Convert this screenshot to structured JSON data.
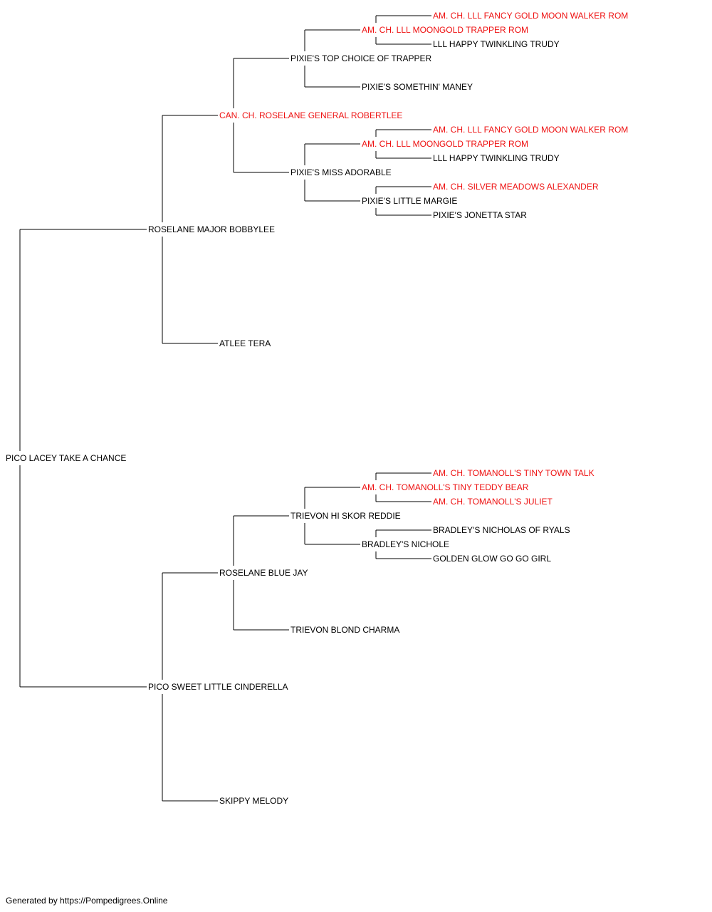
{
  "colors": {
    "champion": "#ee1111",
    "normal": "#000000",
    "line": "#000000"
  },
  "pedigree": {
    "name": "PICO LACEY TAKE A CHANCE",
    "champion": false,
    "sire": {
      "name": "ROSELANE MAJOR BOBBYLEE",
      "champion": false,
      "sire": {
        "name": "CAN. CH. ROSELANE GENERAL ROBERTLEE",
        "champion": true,
        "sire": {
          "name": "PIXIE'S TOP CHOICE OF TRAPPER",
          "champion": false,
          "sire": {
            "name": "AM. CH. LLL MOONGOLD TRAPPER ROM",
            "champion": true,
            "sire": {
              "name": "AM. CH. LLL FANCY GOLD MOON WALKER ROM",
              "champion": true
            },
            "dam": {
              "name": "LLL HAPPY TWINKLING TRUDY",
              "champion": false
            }
          },
          "dam": {
            "name": "PIXIE'S SOMETHIN' MANEY",
            "champion": false
          }
        },
        "dam": {
          "name": "PIXIE'S MISS ADORABLE",
          "champion": false,
          "sire": {
            "name": "AM. CH. LLL MOONGOLD TRAPPER ROM",
            "champion": true,
            "sire": {
              "name": "AM. CH. LLL FANCY GOLD MOON WALKER ROM",
              "champion": true
            },
            "dam": {
              "name": "LLL HAPPY TWINKLING TRUDY",
              "champion": false
            }
          },
          "dam": {
            "name": "PIXIE'S LITTLE MARGIE",
            "champion": false,
            "sire": {
              "name": "AM. CH. SILVER MEADOWS ALEXANDER",
              "champion": true
            },
            "dam": {
              "name": "PIXIE'S JONETTA STAR",
              "champion": false
            }
          }
        }
      },
      "dam": {
        "name": "ATLEE TERA",
        "champion": false
      }
    },
    "dam": {
      "name": "PICO SWEET LITTLE CINDERELLA",
      "champion": false,
      "sire": {
        "name": "ROSELANE BLUE JAY",
        "champion": false,
        "sire": {
          "name": "TRIEVON HI SKOR REDDIE",
          "champion": false,
          "sire": {
            "name": "AM. CH. TOMANOLL'S TINY TEDDY BEAR",
            "champion": true,
            "sire": {
              "name": "AM. CH. TOMANOLL'S TINY TOWN TALK",
              "champion": true
            },
            "dam": {
              "name": "AM. CH. TOMANOLL'S JULIET",
              "champion": true
            }
          },
          "dam": {
            "name": "BRADLEY'S NICHOLE",
            "champion": false,
            "sire": {
              "name": "BRADLEY'S NICHOLAS OF RYALS",
              "champion": false
            },
            "dam": {
              "name": "GOLDEN GLOW GO GO GIRL",
              "champion": false
            }
          }
        },
        "dam": {
          "name": "TRIEVON BLOND CHARMA",
          "champion": false
        }
      },
      "dam": {
        "name": "SKIPPY MELODY",
        "champion": false
      }
    }
  },
  "footer": {
    "text": "Generated by https://Pompedigrees.Online"
  }
}
